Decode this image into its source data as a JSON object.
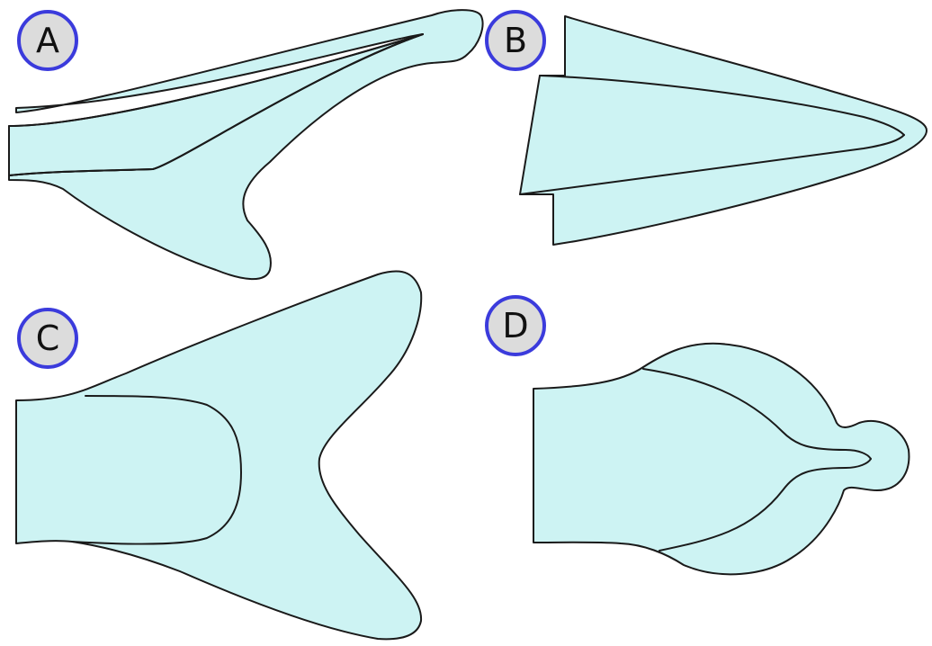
{
  "colors": {
    "fill": "#cdf3f3",
    "outline": "#1a1a1a",
    "badge_fill": "#dcdcdc",
    "badge_ring": "#3b3bdc"
  },
  "panels": [
    {
      "label": "A"
    },
    {
      "label": "B"
    },
    {
      "label": "C"
    },
    {
      "label": "D"
    }
  ]
}
